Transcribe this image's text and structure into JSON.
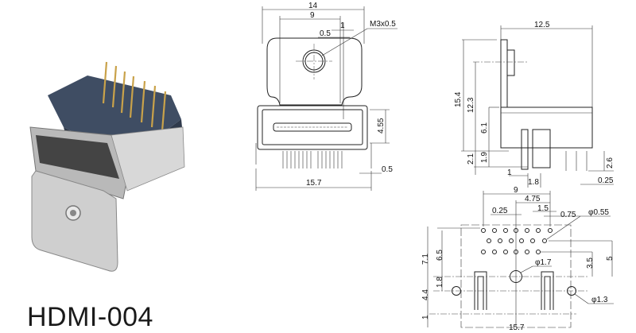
{
  "product": {
    "model": "HDMI-004"
  },
  "front_view": {
    "dims": {
      "overall_width": "14",
      "tab_width": "9",
      "offset_1": "1",
      "offset_05": "0.5",
      "thread": "M3x0.5",
      "height": "4.55",
      "pin_offset": "0.5",
      "board_width": "15.7"
    }
  },
  "side_view": {
    "dims": {
      "depth": "12.5",
      "total_height": "15.4",
      "hole_height": "12.3",
      "body_height": "6.1",
      "leg_21": "2.1",
      "leg_19": "1.9",
      "pin_26": "2.6",
      "pitch_1": "1",
      "pitch_18": "1.8",
      "pin_025": "0.25"
    }
  },
  "footprint": {
    "dims": {
      "span_9": "9",
      "span_475": "4.75",
      "offset_025": "0.25",
      "pitch_15": "1.5",
      "offset_075": "0.75",
      "pad_dia": "φ0.55",
      "row_71": "7.1",
      "row_65": "6.5",
      "post_dia": "φ1.7",
      "row_35": "3.5",
      "row_5": "5",
      "row_18": "1.8",
      "row_44": "4.4",
      "row_1": "1",
      "peg_dia": "φ1.3",
      "width": "15.7"
    }
  },
  "colors": {
    "housing": "#3f4d63",
    "shell": "#c8c8c8",
    "pins": "#c9a24a",
    "line": "#222222"
  }
}
